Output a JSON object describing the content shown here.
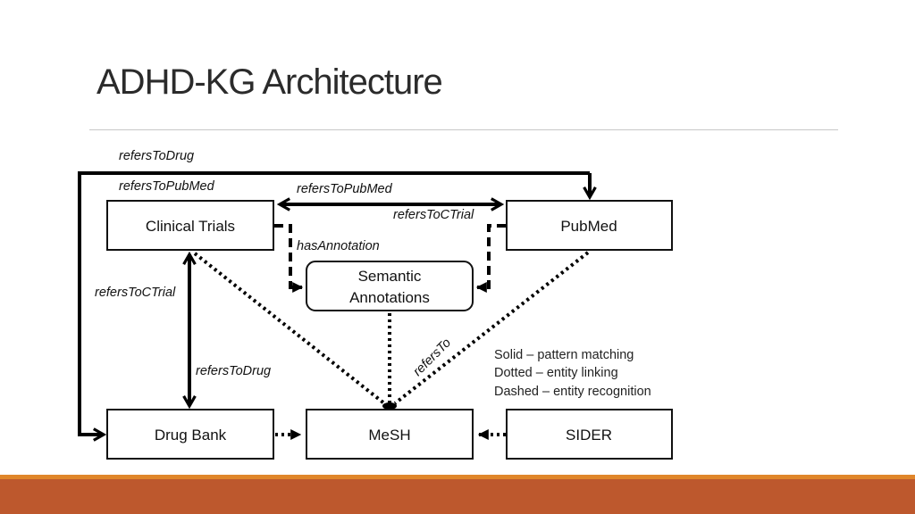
{
  "slide": {
    "title": "ADHD-KG Architecture"
  },
  "nodes": {
    "clinical_trials": "Clinical Trials",
    "pubmed": "PubMed",
    "semantic_1": "Semantic",
    "semantic_2": "Annotations",
    "drug_bank": "Drug Bank",
    "mesh": "MeSH",
    "sider": "SIDER"
  },
  "edges": {
    "refers_to_drug_top": "refersToDrug",
    "refers_to_pubmed_left": "refersToPubMed",
    "refers_to_pubmed_mid": "refersToPubMed",
    "refers_to_ctrial_mid": "refersToCTrial",
    "has_annotation": "hasAnnotation",
    "refers_to_ctrial_left": "refersToCTrial",
    "refers_to_drug_vertical": "refersToDrug",
    "refers_to": "refersTo"
  },
  "legend": [
    "Solid – pattern matching",
    "Dotted – entity linking",
    "Dashed – entity recognition"
  ],
  "colors": {
    "accent_line": "#e0862a",
    "footer_band": "#bd582d"
  }
}
